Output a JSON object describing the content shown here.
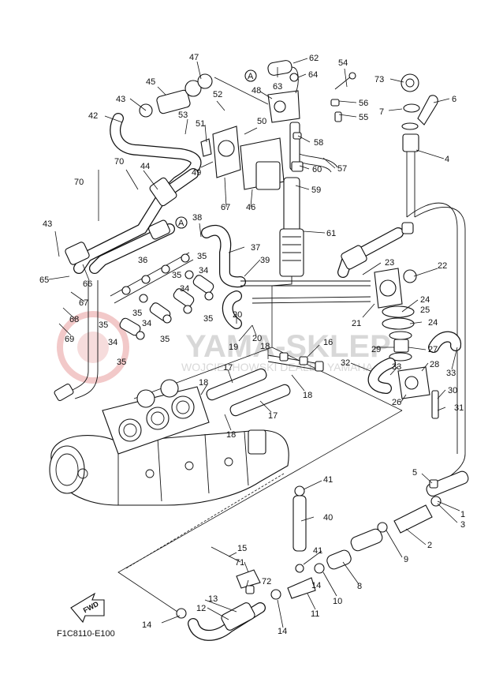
{
  "diagram_code": "F1C8110-E100",
  "fwd_label": "FWD",
  "reference_marker": "A",
  "watermark": {
    "title": "YAMA-SKLEP",
    "subtitle": "WOJCIECHOWSKI DEALER YAMAHA"
  },
  "callouts": [
    "1",
    "2",
    "3",
    "4",
    "5",
    "6",
    "7",
    "8",
    "9",
    "10",
    "11",
    "12",
    "13",
    "14",
    "14",
    "14",
    "15",
    "16",
    "17",
    "17",
    "18",
    "18",
    "18",
    "18",
    "19",
    "20",
    "20",
    "21",
    "22",
    "23",
    "24",
    "24",
    "25",
    "26",
    "27",
    "28",
    "29",
    "30",
    "31",
    "32",
    "33",
    "33",
    "34",
    "34",
    "34",
    "34",
    "35",
    "35",
    "35",
    "35",
    "35",
    "35",
    "35",
    "36",
    "37",
    "38",
    "39",
    "40",
    "41",
    "41",
    "42",
    "43",
    "43",
    "44",
    "45",
    "46",
    "47",
    "48",
    "49",
    "50",
    "51",
    "52",
    "53",
    "54",
    "55",
    "56",
    "57",
    "58",
    "59",
    "60",
    "61",
    "62",
    "63",
    "64",
    "65",
    "66",
    "67",
    "67",
    "68",
    "69",
    "70",
    "70",
    "71",
    "72",
    "73"
  ]
}
